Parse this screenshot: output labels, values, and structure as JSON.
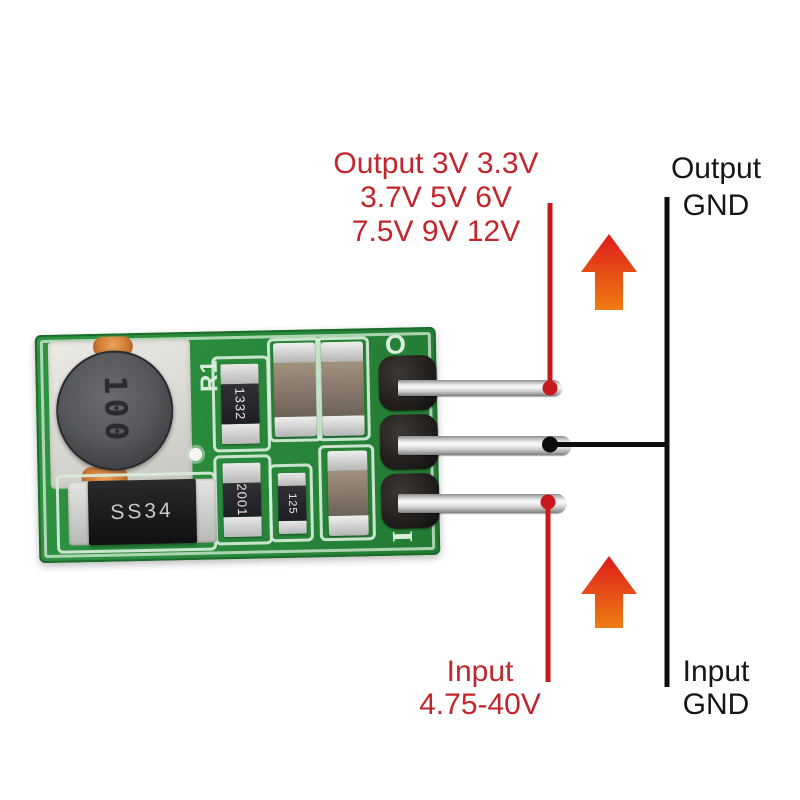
{
  "labels": {
    "output": {
      "line1": "Output 3V 3.3V",
      "line2": "3.7V 5V 6V",
      "line3": "7.5V 9V 12V"
    },
    "output_gnd": {
      "line1": "Output",
      "line2": "GND"
    },
    "input": {
      "line1": "Input",
      "line2": "4.75-40V"
    },
    "input_gnd": {
      "line1": "Input",
      "line2": "GND"
    }
  },
  "colors": {
    "label_red": "#c2262c",
    "label_black": "#161616",
    "wire_red": "#c8191e",
    "wire_black": "#0d0d0d",
    "arrow_top": "#de1b1b",
    "arrow_bottom": "#ef7d12",
    "board_green": "#2b8a3c",
    "silkscreen": "#d8eddb"
  },
  "pcb": {
    "markings": {
      "inductor": "100",
      "r1": "R1",
      "resistor_top": "1332",
      "resistor_mid": "2001",
      "resistor_small": "125",
      "diode": "SS34",
      "output_mark": "O",
      "input_mark": "I"
    }
  }
}
